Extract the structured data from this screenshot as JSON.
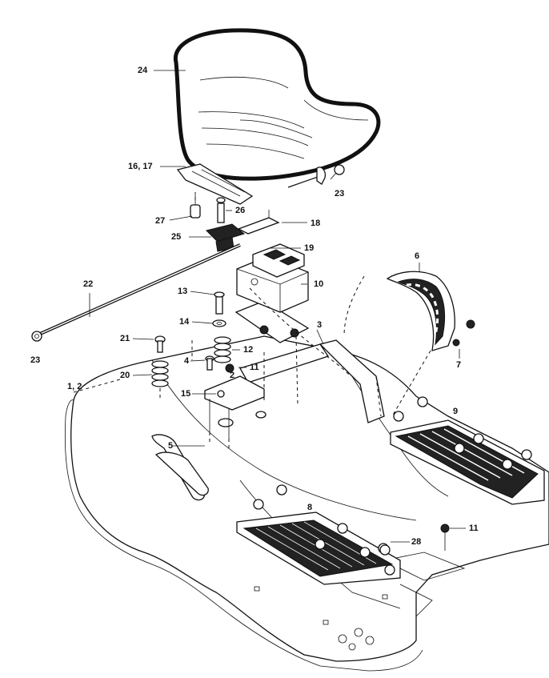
{
  "callouts": [
    {
      "id": "c24",
      "text": "24"
    },
    {
      "id": "c1617",
      "text": "16, 17"
    },
    {
      "id": "c23a",
      "text": "23"
    },
    {
      "id": "c27",
      "text": "27"
    },
    {
      "id": "c26",
      "text": "26"
    },
    {
      "id": "c18",
      "text": "18"
    },
    {
      "id": "c25",
      "text": "25"
    },
    {
      "id": "c19",
      "text": "19"
    },
    {
      "id": "c6",
      "text": "6"
    },
    {
      "id": "c22",
      "text": "22"
    },
    {
      "id": "c13",
      "text": "13"
    },
    {
      "id": "c10",
      "text": "10"
    },
    {
      "id": "c14",
      "text": "14"
    },
    {
      "id": "c3",
      "text": "3"
    },
    {
      "id": "c21",
      "text": "21"
    },
    {
      "id": "c12",
      "text": "12"
    },
    {
      "id": "c23b",
      "text": "23"
    },
    {
      "id": "c4",
      "text": "4"
    },
    {
      "id": "c11a",
      "text": "11"
    },
    {
      "id": "c7",
      "text": "7"
    },
    {
      "id": "c20",
      "text": "20"
    },
    {
      "id": "c12b",
      "text": "2"
    },
    {
      "id": "c12c",
      "text": "1, 2"
    },
    {
      "id": "c15",
      "text": "15"
    },
    {
      "id": "c9",
      "text": "9"
    },
    {
      "id": "c5",
      "text": "5"
    },
    {
      "id": "c8",
      "text": "8"
    },
    {
      "id": "c11b",
      "text": "11"
    },
    {
      "id": "c28",
      "text": "28"
    }
  ]
}
